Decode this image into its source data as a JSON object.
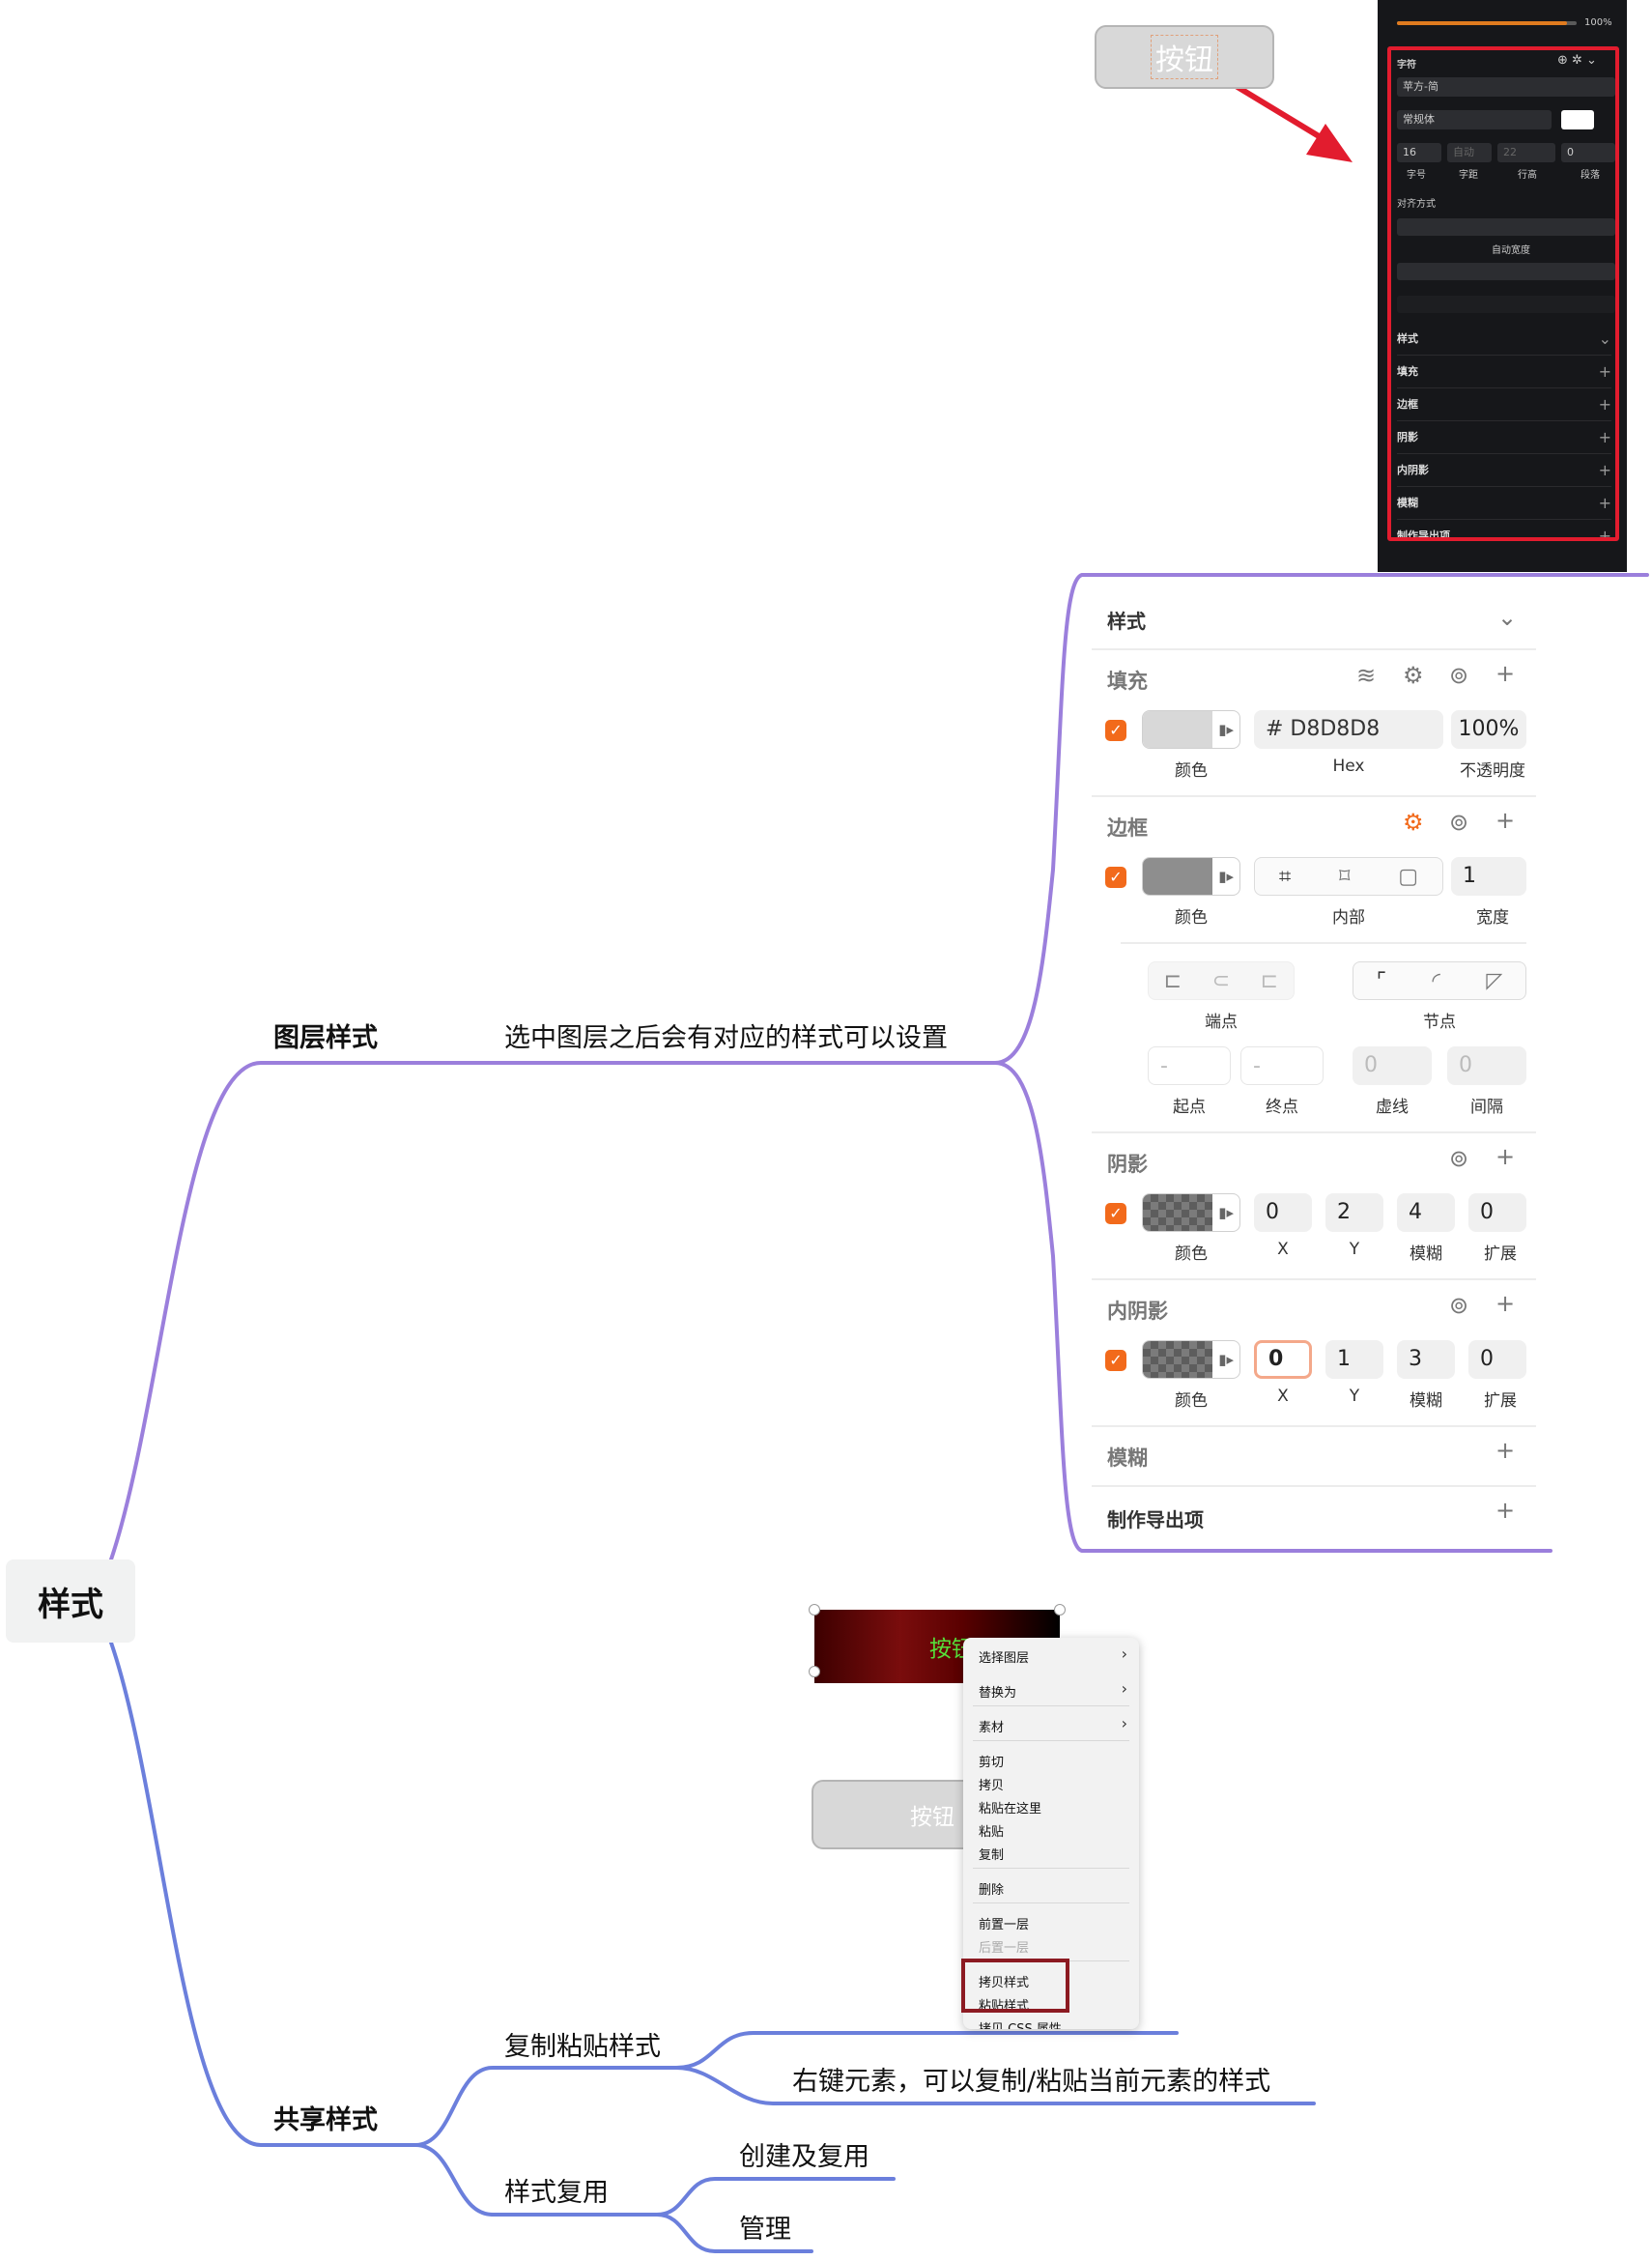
{
  "mindmap": {
    "root": "样式",
    "branch1": "图层样式",
    "branch1_desc": "选中图层之后会有对应的样式可以设置",
    "branch2": "共享样式",
    "copy_paste": "复制粘贴样式",
    "copy_paste_desc": "右键元素，可以复制/粘贴当前元素的样式",
    "reuse": "样式复用",
    "reuse_create": "创建及复用",
    "reuse_manage": "管理"
  },
  "button_text": "按钮",
  "dark_panel": {
    "opacity_value": "100%",
    "section_char": "字符",
    "font_family": "苹方-简",
    "font_weight": "常规体",
    "size_value": "16",
    "spacing_placeholder": "自动",
    "line_height": "22",
    "para_value": "0",
    "lbl_size": "字号",
    "lbl_spacing": "字距",
    "lbl_line": "行高",
    "lbl_para": "段落",
    "align_title": "对齐方式",
    "auto_width": "自动宽度",
    "sections": [
      "样式",
      "填充",
      "边框",
      "阴影",
      "内阴影",
      "模糊",
      "制作导出项"
    ]
  },
  "style_panel": {
    "title": "样式",
    "fill": {
      "title": "填充",
      "hex": "# D8D8D8",
      "opacity": "100%",
      "lbl_color": "颜色",
      "lbl_hex": "Hex",
      "lbl_opacity": "不透明度",
      "color": "#d8d8d8"
    },
    "border": {
      "title": "边框",
      "width": "1",
      "lbl_color": "颜色",
      "lbl_position": "内部",
      "lbl_width": "宽度",
      "color": "#8e8e8e",
      "lbl_cap": "端点",
      "lbl_join": "节点",
      "start_value": "-",
      "end_value": "-",
      "dash_value": "0",
      "gap_value": "0",
      "lbl_start": "起点",
      "lbl_end": "终点",
      "lbl_dash": "虚线",
      "lbl_gap": "间隔"
    },
    "shadow": {
      "title": "阴影",
      "x": "0",
      "y": "2",
      "blur": "4",
      "spread": "0",
      "lbl_color": "颜色",
      "lbl_x": "X",
      "lbl_y": "Y",
      "lbl_blur": "模糊",
      "lbl_spread": "扩展"
    },
    "inner_shadow": {
      "title": "内阴影",
      "x": "0",
      "y": "1",
      "blur": "3",
      "spread": "0",
      "lbl_color": "颜色",
      "lbl_x": "X",
      "lbl_y": "Y",
      "lbl_blur": "模糊",
      "lbl_spread": "扩展"
    },
    "blur_title": "模糊",
    "export_title": "制作导出项"
  },
  "context_menu": {
    "items": [
      "选择图层",
      "替换为",
      "素材",
      "剪切",
      "拷贝",
      "粘贴在这里",
      "粘贴",
      "复制",
      "删除",
      "前置一层",
      "后置一层",
      "拷贝样式",
      "粘贴样式",
      "拷贝 CSS 属性"
    ]
  },
  "colors": {
    "branch_purple": "#9b7fdc",
    "branch_blue": "#6b7fdc",
    "accent_orange": "#f26a1b",
    "highlight_red": "#e21c2e"
  }
}
